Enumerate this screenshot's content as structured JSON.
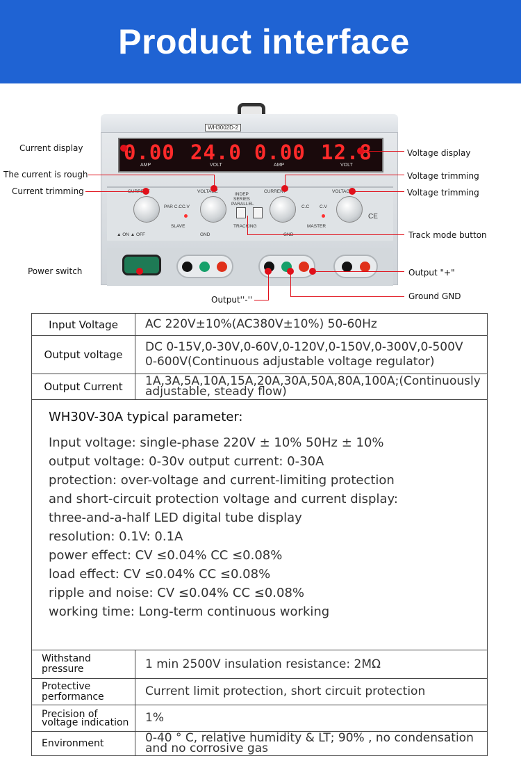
{
  "banner": {
    "title": "Product interface"
  },
  "device": {
    "model": "WH3002D-2",
    "displays": [
      {
        "value": "0.00",
        "unit": "AMP"
      },
      {
        "value": "24.0",
        "unit": "VOLT"
      },
      {
        "value": "0.00",
        "unit": "AMP"
      },
      {
        "value": "12.8",
        "unit": "VOLT"
      }
    ],
    "panel_labels": {
      "current_left": "CURRENT",
      "voltage_left": "VOLTAGE",
      "current_right": "CURRENT",
      "voltage_right": "VOLTAGE",
      "slave": "SLAVE",
      "master": "MASTER",
      "tracking": "TRACKING",
      "indep": "INDEP",
      "series": "SERIES",
      "parallel": "PARALLEL",
      "par_cc": "PAR C.C",
      "cv_left": "C.V",
      "cc_right": "C.C",
      "cv_right": "C.V",
      "on_off": "▲ ON  ▲ OFF",
      "gnd": "GND",
      "ce": "CE"
    }
  },
  "callouts": {
    "current_display": "Current display",
    "current_rough": "The current is rough",
    "current_trimming": "Current trimming",
    "power_switch": "Power switch",
    "output_minus": "Output''-''",
    "voltage_display": "Voltage display",
    "voltage_trimming_1": "Voltage trimming",
    "voltage_trimming_2": "Voltage trimming",
    "track_mode_button": "Track mode button",
    "output_plus": "Output \"+\"",
    "ground_gnd": "Ground GND"
  },
  "specs_top": [
    {
      "key": "Input Voltage",
      "value": "AC 220V±10%(AC380V±10%) 50-60Hz"
    },
    {
      "key": "Output voltage",
      "value_lines": [
        "DC 0-15V,0-30V,0-60V,0-120V,0-150V,0-300V,0-500V",
        "0-600V(Continuous adjustable voltage regulator)"
      ]
    },
    {
      "key": "Output Current",
      "value_lines": [
        "1A,3A,5A,10A,15A,20A,30A,50A,80A,100A;(Continuously",
        "adjustable, steady flow)"
      ]
    }
  ],
  "typical": {
    "title": "WH30V-30A typical parameter:",
    "lines": [
      "Input voltage: single-phase 220V ± 10% 50Hz ± 10%",
      "output voltage: 0-30v output current: 0-30A",
      "protection: over-voltage and current-limiting protection",
      "and short-circuit protection voltage and current display:",
      "three-and-a-half LED digital tube display",
      "resolution: 0.1V: 0.1A",
      "power effect: CV ≤0.04% CC ≤0.08%",
      "load effect: CV ≤0.04% CC ≤0.08%",
      "ripple and noise: CV ≤0.04% CC ≤0.08%",
      "working time: Long-term continuous working"
    ]
  },
  "specs_bottom": [
    {
      "key": "Withstand pressure",
      "value": "1 min 2500V insulation resistance: 2MΩ"
    },
    {
      "key": "Protective performance",
      "value": "Current limit protection, short circuit protection"
    },
    {
      "key": "Precision of voltage indication",
      "value": "1%"
    },
    {
      "key": "Environment",
      "value_lines": [
        "0-40 ° C, relative humidity & LT; 90% , no condensation",
        "and no corrosive gas"
      ]
    }
  ]
}
